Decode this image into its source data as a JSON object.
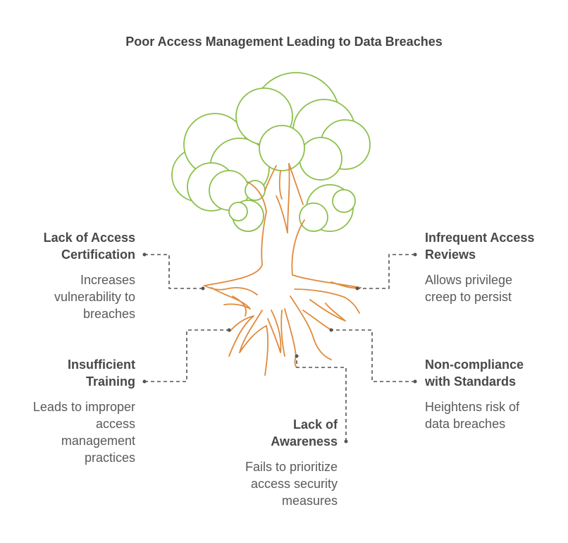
{
  "title": "Poor Access Management Leading to Data Breaches",
  "colors": {
    "canopy": "#8cc04a",
    "roots": "#e08a3c",
    "connector": "#555555"
  },
  "items": [
    {
      "label_line1": "Lack of Access",
      "label_line2": "Certification",
      "desc_lines": [
        "Increases",
        "vulnerability to",
        "breaches"
      ]
    },
    {
      "label_line1": "Infrequent Access",
      "label_line2": "Reviews",
      "desc_lines": [
        "Allows privilege",
        "creep to persist"
      ]
    },
    {
      "label_line1": "Insufficient",
      "label_line2": "Training",
      "desc_lines": [
        "Leads to improper",
        "access",
        "management",
        "practices"
      ]
    },
    {
      "label_line1": "Non-compliance",
      "label_line2": "with Standards",
      "desc_lines": [
        "Heightens risk of",
        "data breaches"
      ]
    },
    {
      "label_line1": "Lack of",
      "label_line2": "Awareness",
      "desc_lines": [
        "Fails to prioritize",
        "access security",
        "measures"
      ]
    }
  ]
}
